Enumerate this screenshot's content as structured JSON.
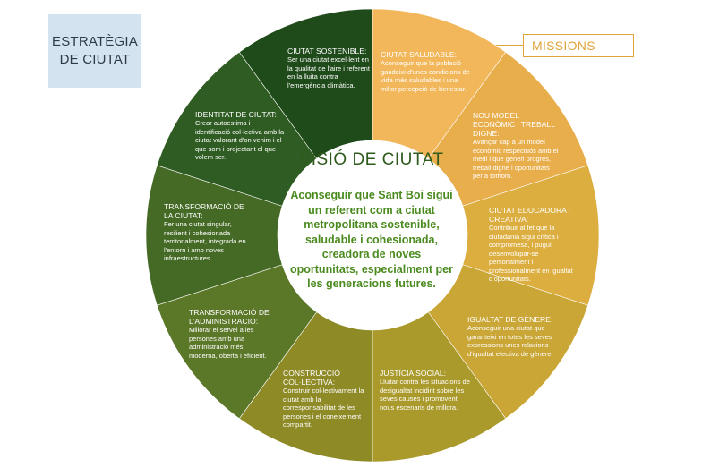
{
  "header": {
    "strategy_label": "ESTRATÈGIA\nDE CIUTAT",
    "missions_label": "MISSIONS"
  },
  "center": {
    "title": "VISIÓ DE CIUTAT",
    "text": "Aconseguir que Sant Boi sigui un referent com a ciutat metropolitana sostenible, saludable i cohesionada, creadora de noves oportunitats, especialment per les generacions futures."
  },
  "segments": [
    {
      "title": "CIUTAT SALUDABLE:",
      "text": "Aconseguir que la població gaudeixi d'unes condicions de vida més saludables i una millor percepció de benestar.",
      "color": "#f2b75a"
    },
    {
      "title": "NOU MODEL ECONÒMIC i TREBALL DIGNE:",
      "text": "Avançar cap a un model econòmic respectuós amb el medi i que generi progrés, treball digne i oportunitats per a tothom.",
      "color": "#e9ae4c"
    },
    {
      "title": "CIUTAT EDUCADORA i CREATIVA:",
      "text": "Contribuir al fet que la ciutadania sigui crítica i compromesa, i pugui desenvolupar-se personalment i professionalment en igualtat d'oportunitats.",
      "color": "#dcae40"
    },
    {
      "title": "IGUALTAT DE GÈNERE:",
      "text": "Aconseguir una ciutat que garanteixi en totes les seves expressions unes relacions d'igualtat efectiva de gènere.",
      "color": "#c9a635"
    },
    {
      "title": "JUSTÍCIA SOCIAL:",
      "text": "Lluitar contra les situacions de desigualtat incidint sobre les seves causes i promovent nous escenaris de millora.",
      "color": "#aa9a2c"
    },
    {
      "title": "CONSTRUCCIÓ COL·LECTIVA:",
      "text": "Construir col·lectivament la ciutat amb la corresponsabilitat de les persones i el coneixement compartit.",
      "color": "#8e8a26"
    },
    {
      "title": "TRANSFORMACIÓ DE L'ADMINISTRACIÓ:",
      "text": "Millorar el servei a les persones amb una administració més moderna, oberta i eficient.",
      "color": "#5b7728"
    },
    {
      "title": "TRANSFORMACIÓ DE LA CIUTAT:",
      "text": "Fer una ciutat singular, resilient i cohesionada territorialment, integrada en l'entorn i amb noves infraestructures.",
      "color": "#446a25"
    },
    {
      "title": "IDENTITAT DE CIUTAT:",
      "text": "Crear autoestima i identificació col·lectiva amb la ciutat valorant d'on venim i el que som i projectant el que volem ser.",
      "color": "#2f5c22"
    },
    {
      "title": "CIUTAT SOSTENIBLE:",
      "text": "Ser una ciutat excel·lent en la qualitat de l'aire i referent en la lluita contra l'emergència climàtica.",
      "color": "#1f4a1a"
    }
  ]
}
